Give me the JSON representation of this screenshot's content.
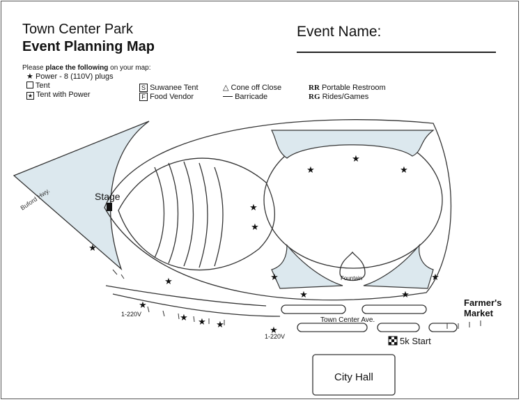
{
  "header": {
    "title_line1": "Town Center Park",
    "title_line2": "Event Planning Map",
    "event_name_label": "Event Name:"
  },
  "instructions": {
    "prefix": "Please ",
    "bold": "place the following",
    "suffix": " on your map:"
  },
  "legend": {
    "power": "Power - 8 (110V) plugs",
    "tent": "Tent",
    "tent_power": "Tent with Power",
    "suwanee_tent_symbol": "S",
    "suwanee_tent": "Suwanee Tent",
    "food_vendor_symbol": "F",
    "food_vendor": "Food Vendor",
    "cone_symbol": "△",
    "cone": "Cone off Close",
    "barricade": "Barricade",
    "restroom_symbol": "RR",
    "restroom": "Portable Restroom",
    "rides_symbol": "RG",
    "rides": "Rides/Games"
  },
  "map_labels": {
    "road": "Buford Hwy.",
    "stage": "Stage",
    "fountain": "Fountain",
    "farmers_market_1": "Farmer's",
    "farmers_market_2": "Market",
    "street": "Town Center Ave.",
    "power_220_a": "1-220V",
    "power_220_b": "1-220V",
    "start": "5k Start",
    "city_hall": "City Hall"
  },
  "colors": {
    "park_fill": "#dce8ee",
    "outline": "#333333"
  }
}
